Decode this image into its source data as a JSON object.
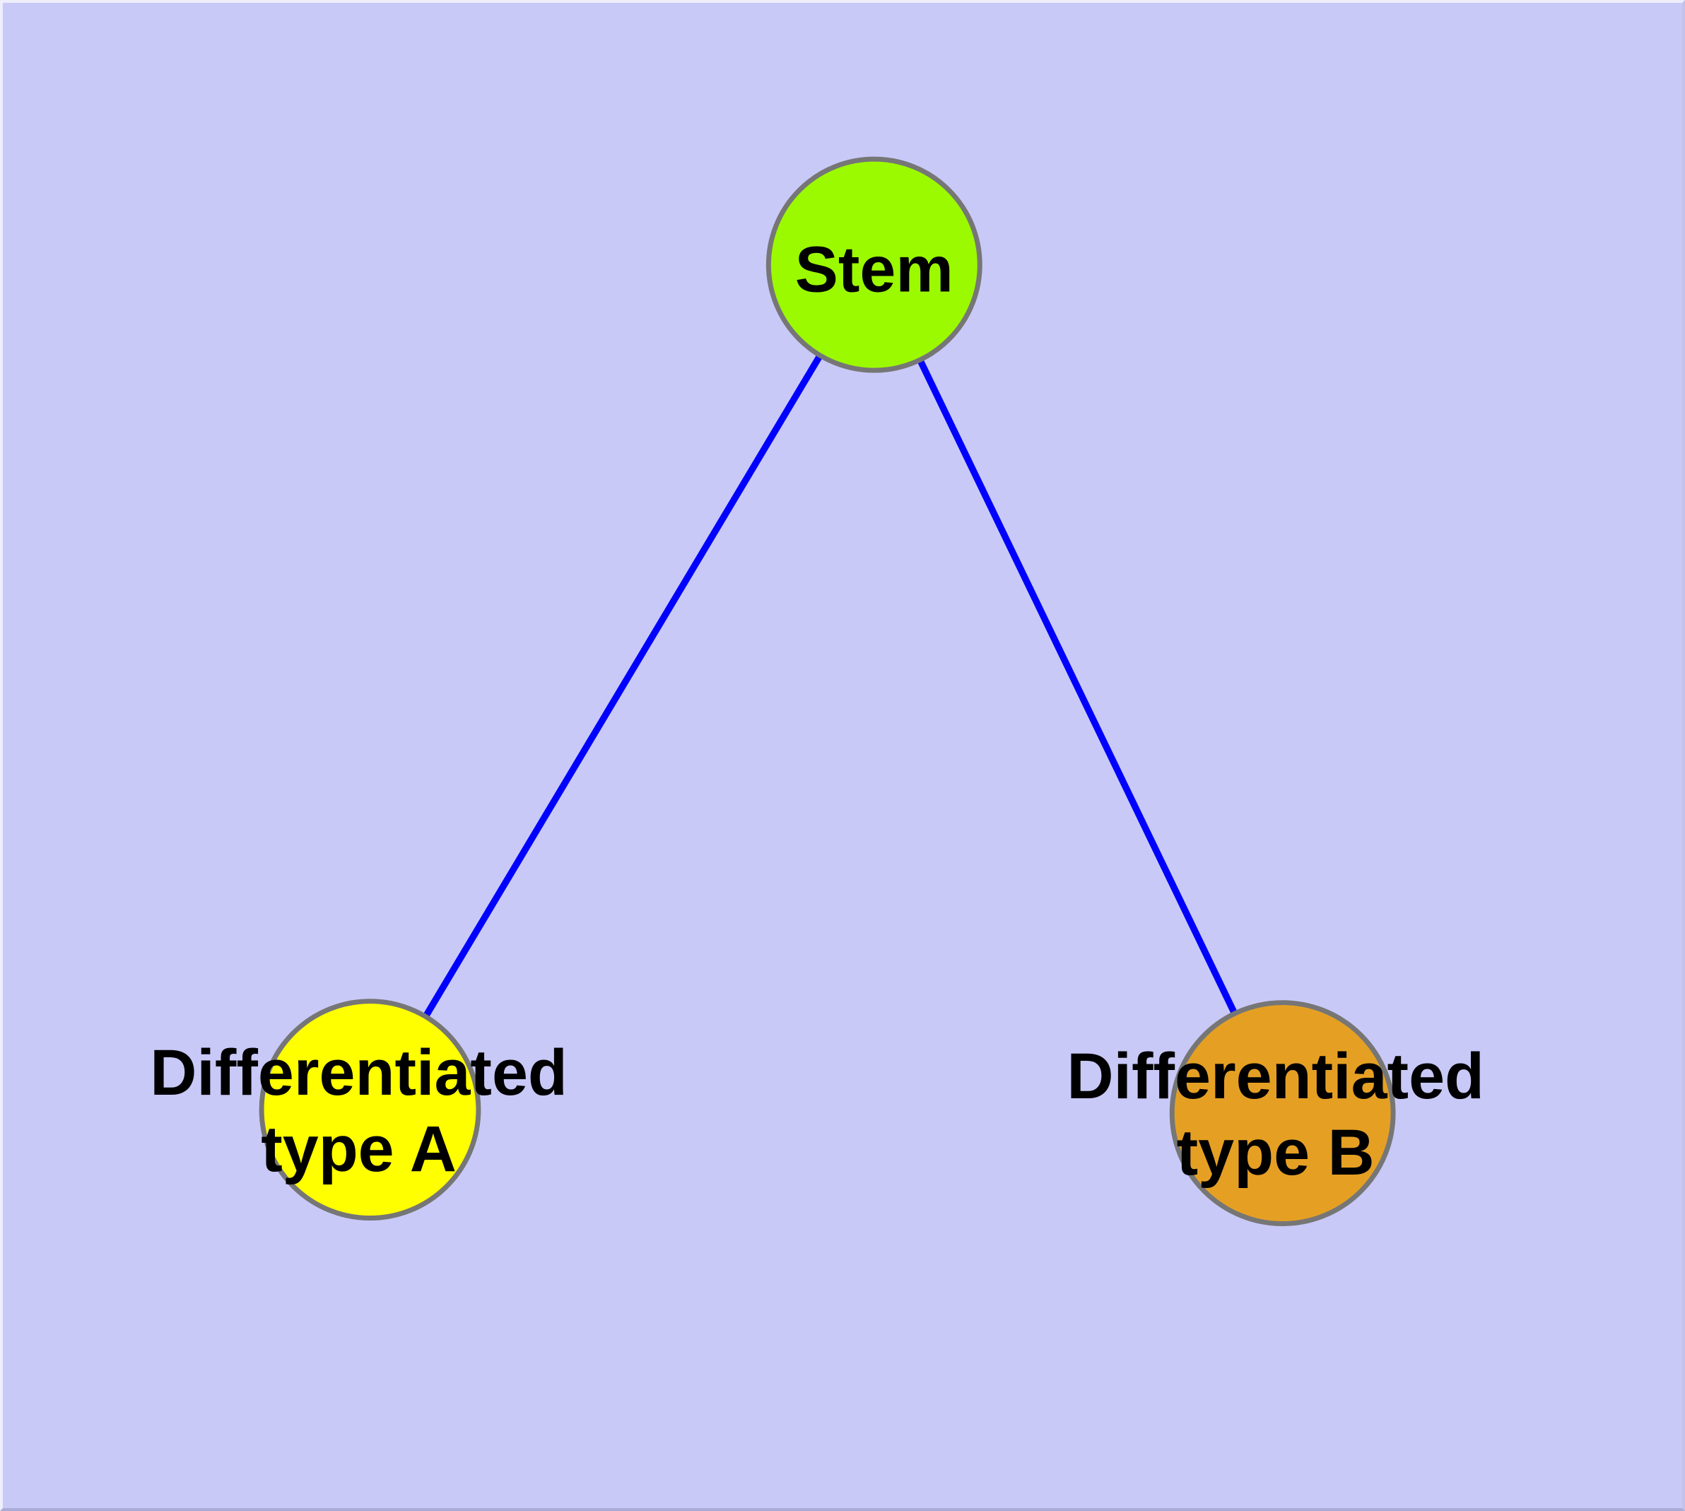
{
  "diagram": {
    "type": "node-link-graph",
    "background_color": "#C9C9F8",
    "edge_color": "#0000FF",
    "node_border_color": "#767676",
    "label_color": "#000000",
    "nodes": [
      {
        "id": "stem",
        "label": "Stem",
        "fill": "#9BFA00",
        "shape": "circle"
      },
      {
        "id": "differentiated-type-a",
        "label": "Differentiated type A",
        "label_line1": "Differentiated",
        "label_line2": "type A",
        "fill": "#FFFF00",
        "shape": "circle"
      },
      {
        "id": "differentiated-type-b",
        "label": "Differentiated type B",
        "label_line1": "Differentiated",
        "label_line2": "type B",
        "fill": "#E5A024",
        "shape": "circle"
      }
    ],
    "edges": [
      {
        "from": "Stem",
        "to": "Differentiated type A"
      },
      {
        "from": "Stem",
        "to": "Differentiated type B"
      }
    ]
  }
}
